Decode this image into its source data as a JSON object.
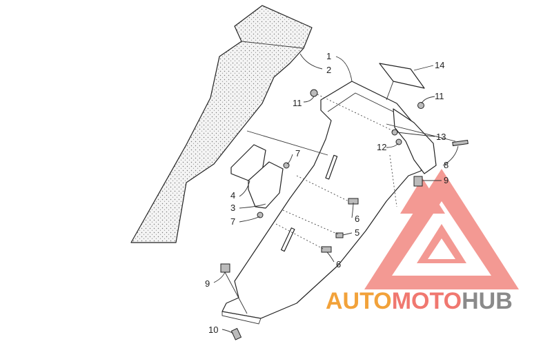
{
  "callouts": [
    "1",
    "2",
    "3",
    "4",
    "5",
    "6",
    "6",
    "7",
    "7",
    "8",
    "9",
    "9",
    "10",
    "11",
    "11",
    "12",
    "13",
    "14"
  ],
  "watermark": {
    "part1": "AUTO",
    "part2": "MOTO",
    "part3": "HUB",
    "color1": "#f2a23a",
    "color2": "#f07870",
    "color3": "#8a8a8a",
    "logo_color": "#f07870"
  }
}
